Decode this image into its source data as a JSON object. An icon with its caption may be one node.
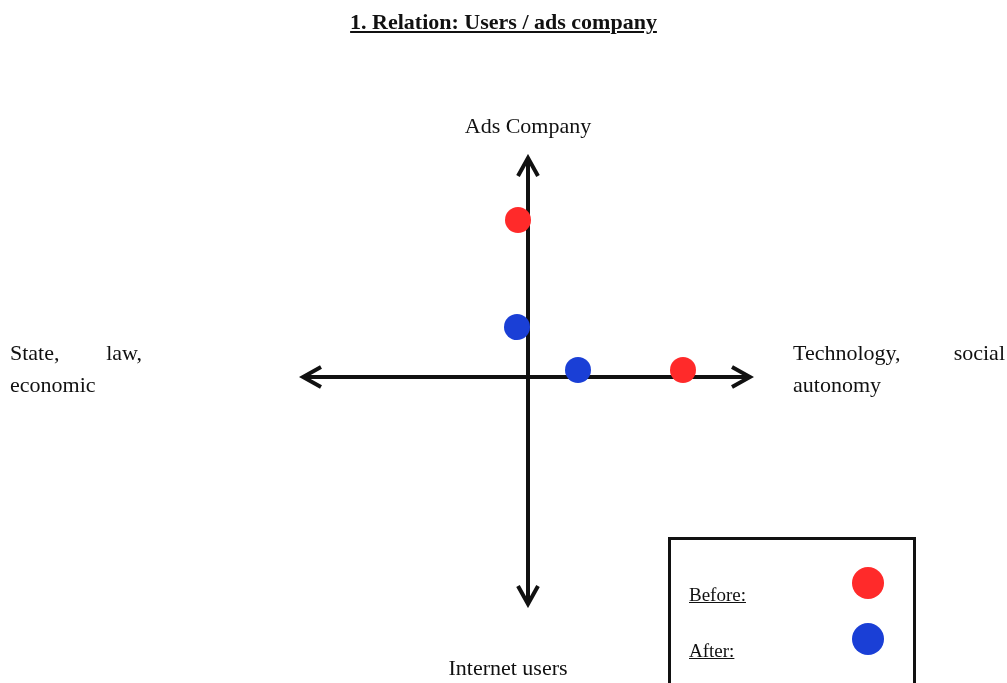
{
  "diagram": {
    "title": "1. Relation: Users / ads company",
    "labels": [
      "Ads Company",
      "State, law, economic",
      "Technology, social autonomy",
      "Internet users"
    ],
    "legend": [
      {
        "text": "Before:",
        "color": "#ff2a2a"
      },
      {
        "text": "After:",
        "color": "#1a3fd6"
      }
    ]
  }
}
